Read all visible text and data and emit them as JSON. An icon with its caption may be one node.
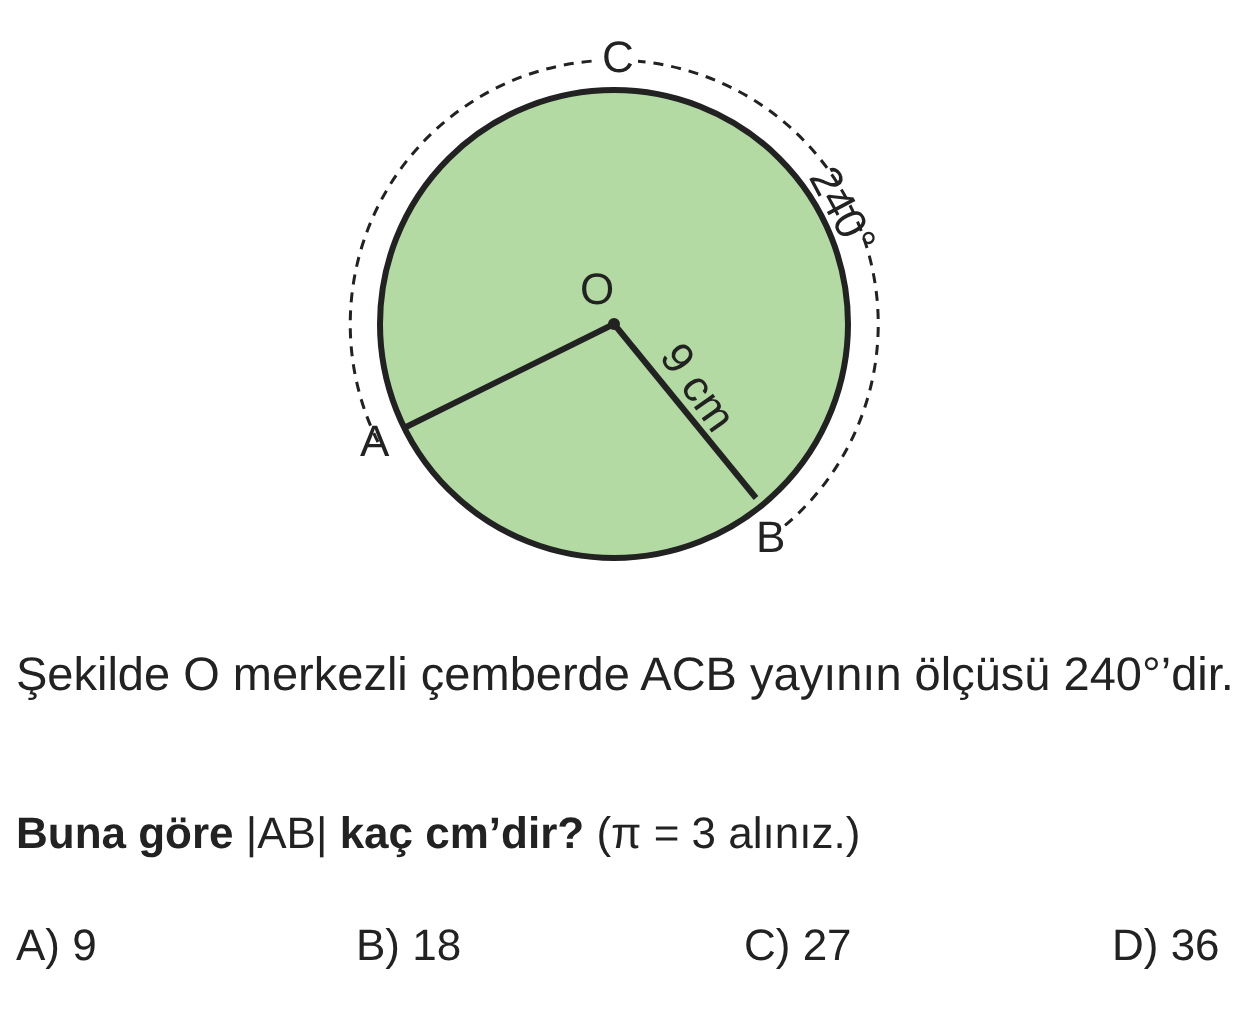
{
  "diagram": {
    "labels": [
      "C",
      "240°",
      "O",
      "9 cm",
      "A",
      "B",
      "Şekilde O merkezli çemberde ACB yayının ölçüsü 240°’dir.",
      "**Buna göre** |AB| **kaç cm’dir?** (π = 3 alınız.)",
      "A) 9",
      "B) 18",
      "C) 27",
      "D) 36"
    ]
  }
}
